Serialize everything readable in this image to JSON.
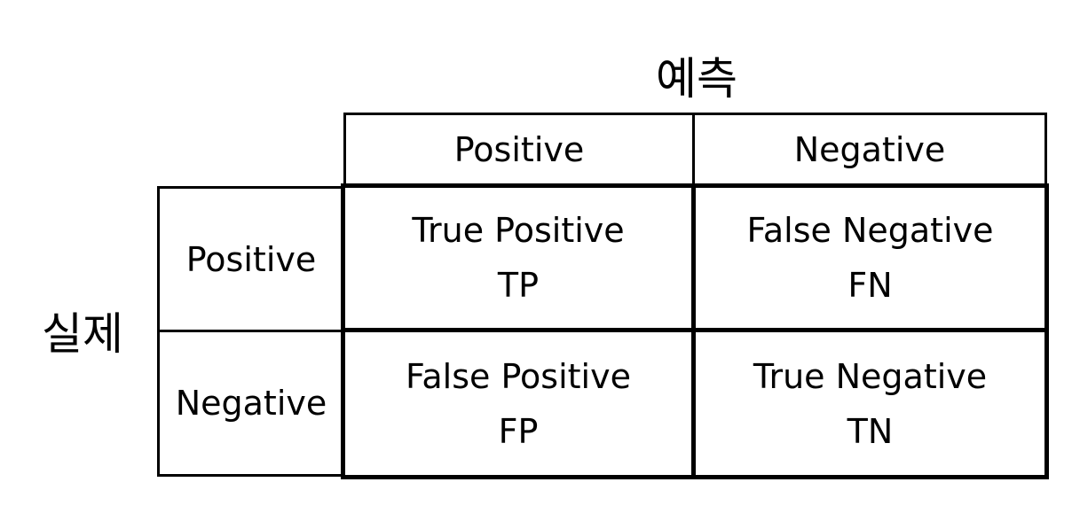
{
  "axis": {
    "predicted": "예측",
    "actual": "실제"
  },
  "columns": [
    {
      "label": "Positive"
    },
    {
      "label": "Negative"
    }
  ],
  "rows": [
    {
      "label": "Positive"
    },
    {
      "label": "Negative"
    }
  ],
  "cells": {
    "tp": {
      "name": "True Positive",
      "abbr": "TP"
    },
    "fn": {
      "name": "False Negative",
      "abbr": "FN"
    },
    "fp": {
      "name": "False Positive",
      "abbr": "FP"
    },
    "tn": {
      "name": "True Negative",
      "abbr": "TN"
    }
  }
}
